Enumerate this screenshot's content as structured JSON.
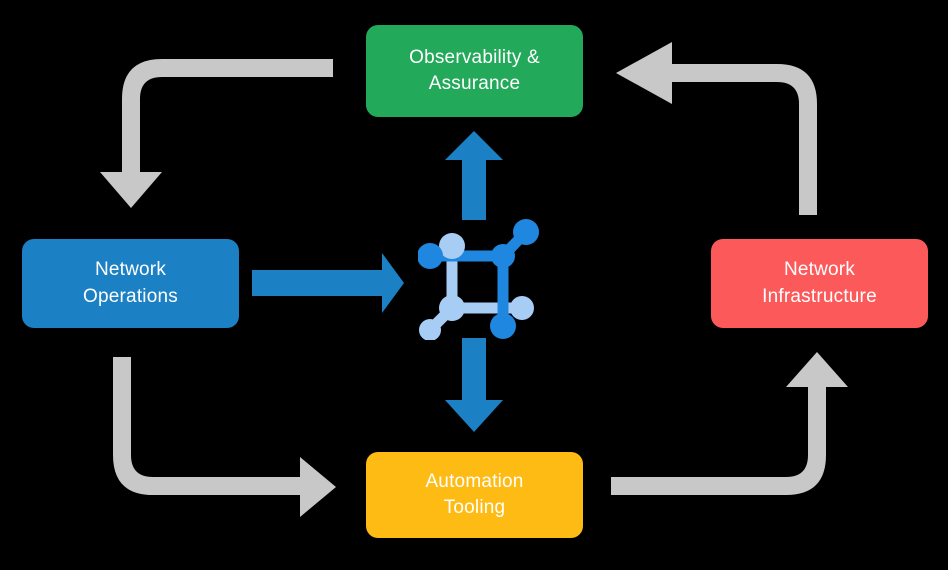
{
  "diagram": {
    "title": "Network automation lifecycle cycle diagram",
    "background_color": "#000000",
    "center_icon": {
      "name": "network-topology-icon",
      "primary_color": "#1f87e0",
      "secondary_color": "#a8cdf5"
    },
    "nodes": [
      {
        "id": "observability",
        "label": "Observability &\nAssurance",
        "color": "#22a95a",
        "text_color": "#ffffff",
        "position": "top"
      },
      {
        "id": "network-operations",
        "label": "Network\nOperations",
        "color": "#1b80c4",
        "text_color": "#ffffff",
        "position": "left"
      },
      {
        "id": "network-infrastructure",
        "label": "Network\nInfrastructure",
        "color": "#fc5a5a",
        "text_color": "#ffffff",
        "position": "right"
      },
      {
        "id": "automation-tooling",
        "label": "Automation\nTooling",
        "color": "#fdbb14",
        "text_color": "#ffffff",
        "position": "bottom"
      }
    ],
    "connectors": {
      "accent_color": "#1b80c4",
      "flow_color": "#c8c8c8",
      "blue_arrows": [
        {
          "id": "operations-to-center",
          "direction": "right"
        },
        {
          "id": "center-to-observability",
          "direction": "up"
        },
        {
          "id": "center-to-automation",
          "direction": "down"
        }
      ],
      "gray_arrows": [
        {
          "id": "observability-to-operations",
          "direction": "left-then-down"
        },
        {
          "id": "operations-to-automation",
          "direction": "down-then-right"
        },
        {
          "id": "infrastructure-to-observability",
          "direction": "up-then-left"
        },
        {
          "id": "automation-to-infrastructure",
          "direction": "right-then-up"
        }
      ]
    }
  }
}
